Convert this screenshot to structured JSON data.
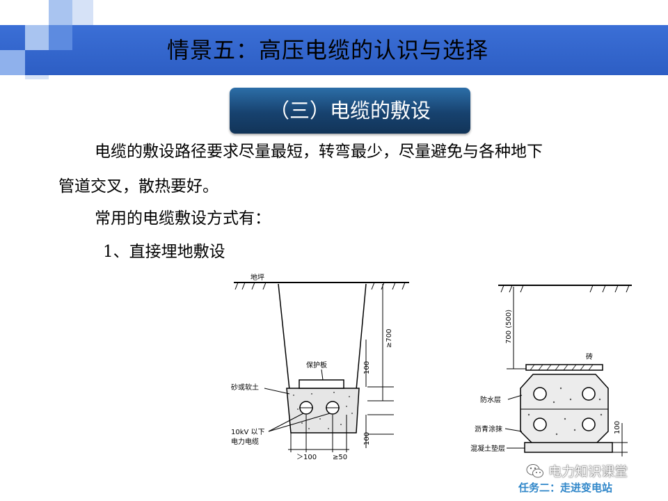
{
  "header": {
    "title": "情景五：高压电缆的认识与选择"
  },
  "section": {
    "subtitle": "（三）电缆的敷设"
  },
  "body": {
    "para1_line1": "电缆的敷设路径要求尽量最短，转弯最少，尽量避免与各种地下",
    "para1_line2": "管道交叉，散热要好。",
    "para2": "常用的电缆敷设方式有：",
    "item1": "1、直接埋地敷设"
  },
  "diagram_left": {
    "ground": "地坪",
    "protect_board": "保护板",
    "sand_soil": "砂或软土",
    "cable_label_1": "10kV 以下",
    "cable_label_2": "电力电缆",
    "dim_depth": "≥700",
    "dim_100_top": "100",
    "dim_100_bottom": "100",
    "dim_gt100": "＞100",
    "dim_ge50": "≥50"
  },
  "diagram_right": {
    "dim_700": "700 (500)",
    "brick": "砖",
    "waterproof": "防水层",
    "asphalt": "沥青涂抹",
    "concrete": "混凝土垫层",
    "dim_100": "100"
  },
  "footer": {
    "task_text": "任务二：走进变电站"
  },
  "watermark": {
    "text": "电力知识课堂",
    "icon": "wechat-icon"
  },
  "colors": {
    "title_bar": "#3366cc",
    "subtitle_bg": "#17426f",
    "footer_text": "#2f86c9"
  }
}
